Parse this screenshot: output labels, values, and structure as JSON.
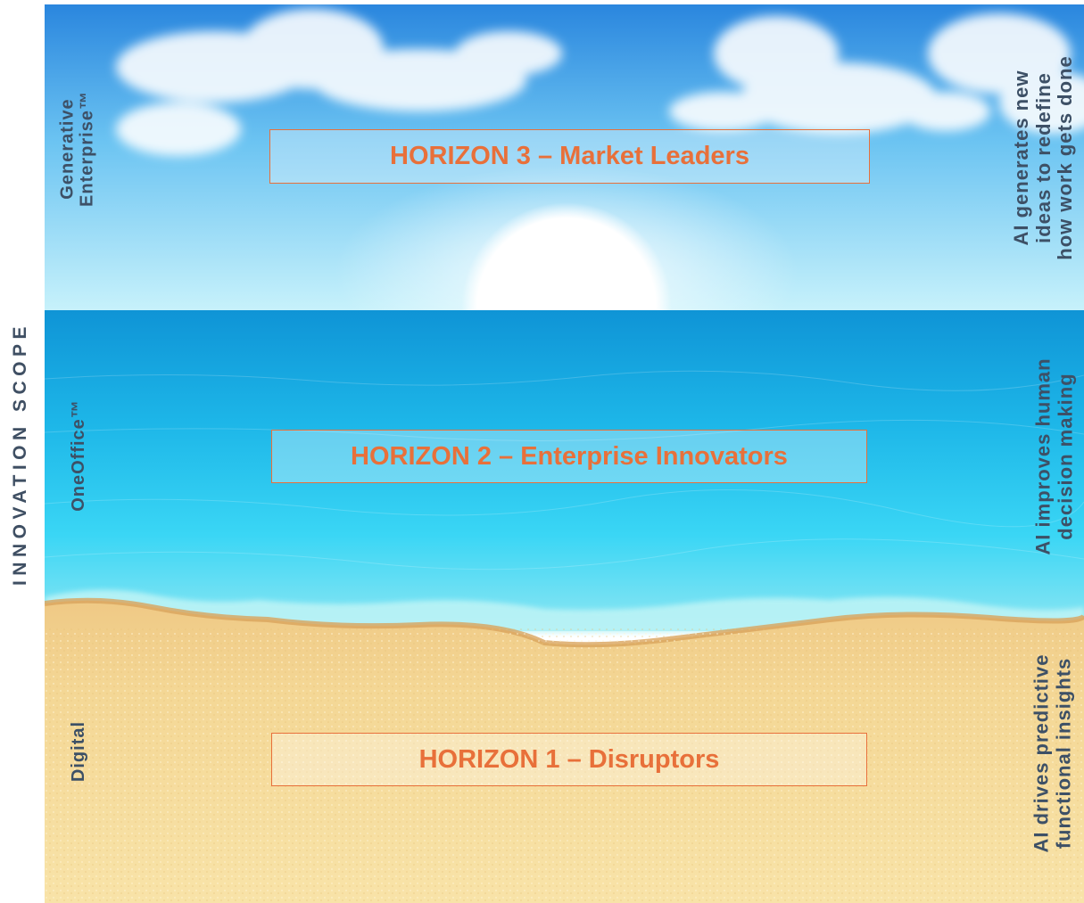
{
  "axis_title": "INNOVATION SCOPE",
  "horizons": [
    {
      "label": "HORIZON 3 – Market Leaders"
    },
    {
      "label": "HORIZON 2 – Enterprise Innovators"
    },
    {
      "label": "HORIZON 1 – Disruptors"
    }
  ],
  "left_labels": {
    "generative": [
      "Generative",
      "Enterprise™"
    ],
    "oneoffice": "OneOffice™",
    "digital": "Digital"
  },
  "right_labels": {
    "h3": [
      "AI generates new",
      "ideas to redefine",
      "how work gets done"
    ],
    "h2": [
      "AI improves human",
      "decision making"
    ],
    "h1": [
      "AI drives predictive",
      "functional insights"
    ]
  },
  "colors": {
    "accent": "#e8703a",
    "label_text": "#3d5066",
    "sky_top": "#2f8fe0",
    "sea": "#18c0e8",
    "sand": "#f3d48e"
  }
}
